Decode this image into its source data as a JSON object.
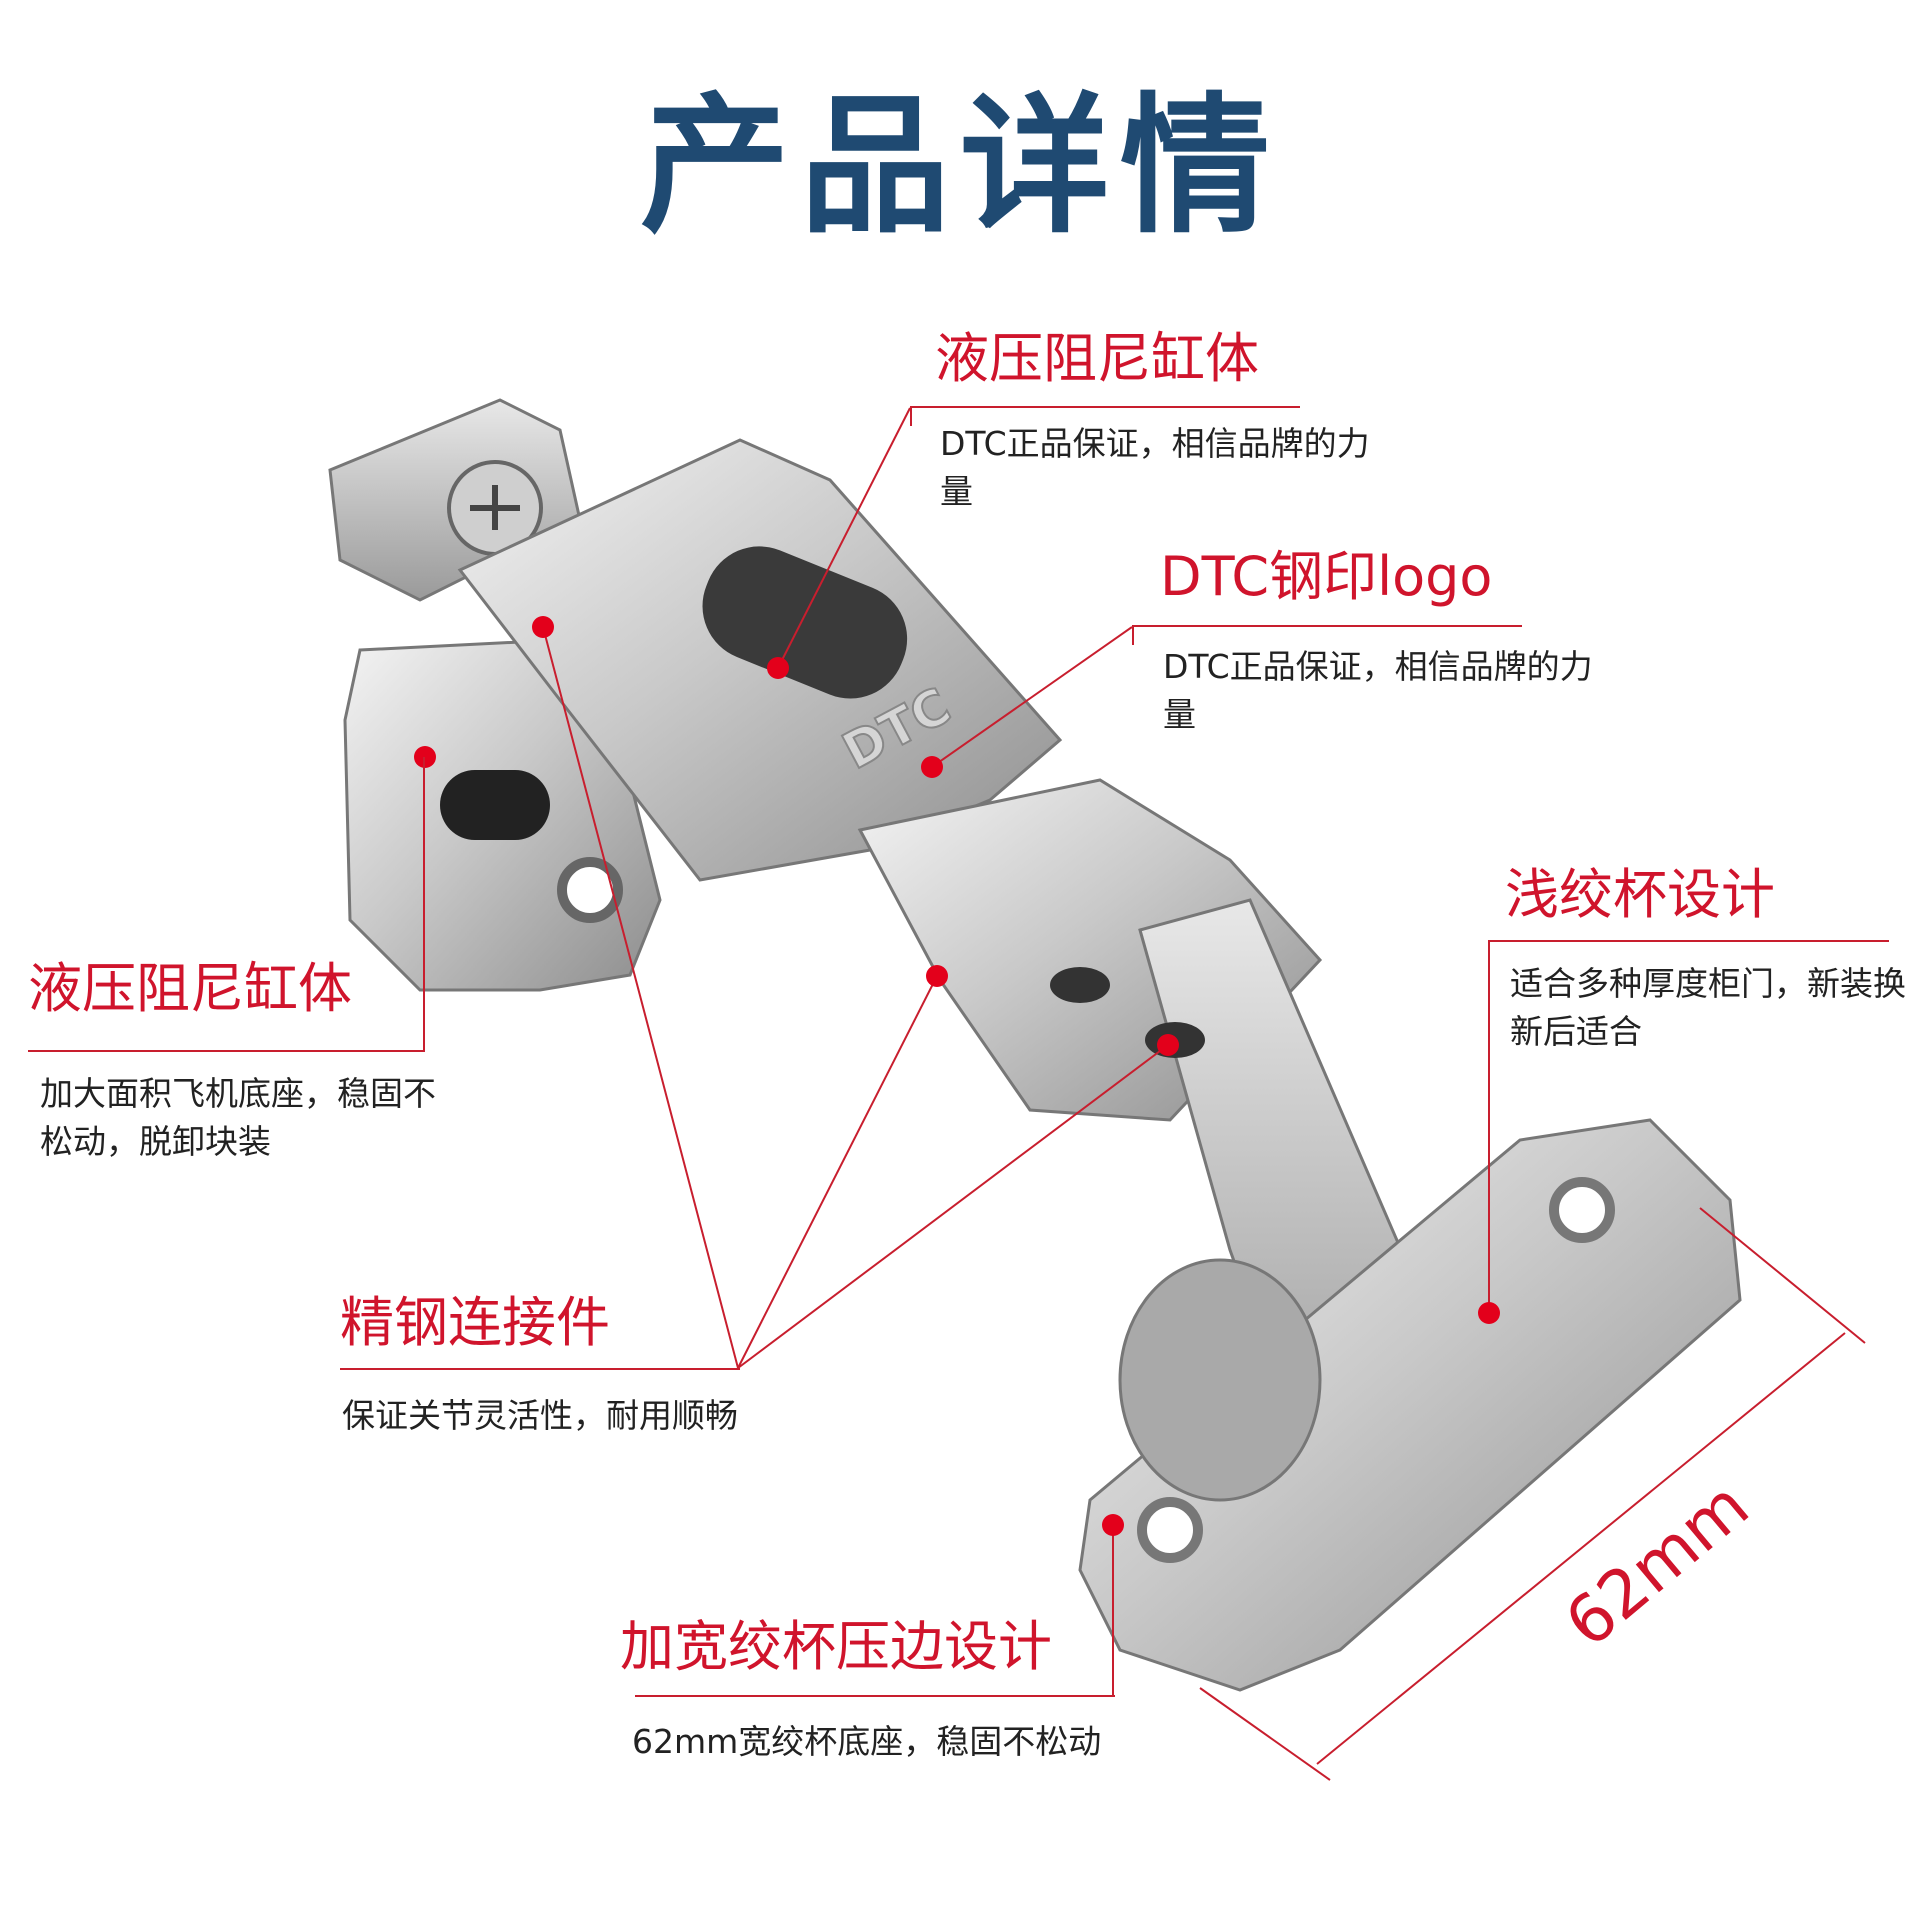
{
  "page_title": "产品详情",
  "brand_stamp": "DTC",
  "callouts": [
    {
      "heading": "液压阻尼缸体",
      "desc": "DTC正品保证，相信品牌的力量"
    },
    {
      "heading": "DTC钢印logo",
      "desc": "DTC正品保证，相信品牌的力量"
    },
    {
      "heading": "液压阻尼缸体",
      "desc": "加大面积飞机底座，稳固不松动，脱卸块装"
    },
    {
      "heading": "浅绞杯设计",
      "desc": "适合多种厚度柜门，新装换新后适合"
    },
    {
      "heading": "精钢连接件",
      "desc": "保证关节灵活性，耐用顺畅"
    },
    {
      "heading": "加宽绞杯压边设计",
      "desc": "62mm宽绞杯底座，稳固不松动"
    }
  ],
  "dimension_label": "62mm",
  "colors": {
    "title": "#1f4a72",
    "heading": "#d0142c",
    "marker": "#e3001b",
    "line": "#c81e2e"
  }
}
